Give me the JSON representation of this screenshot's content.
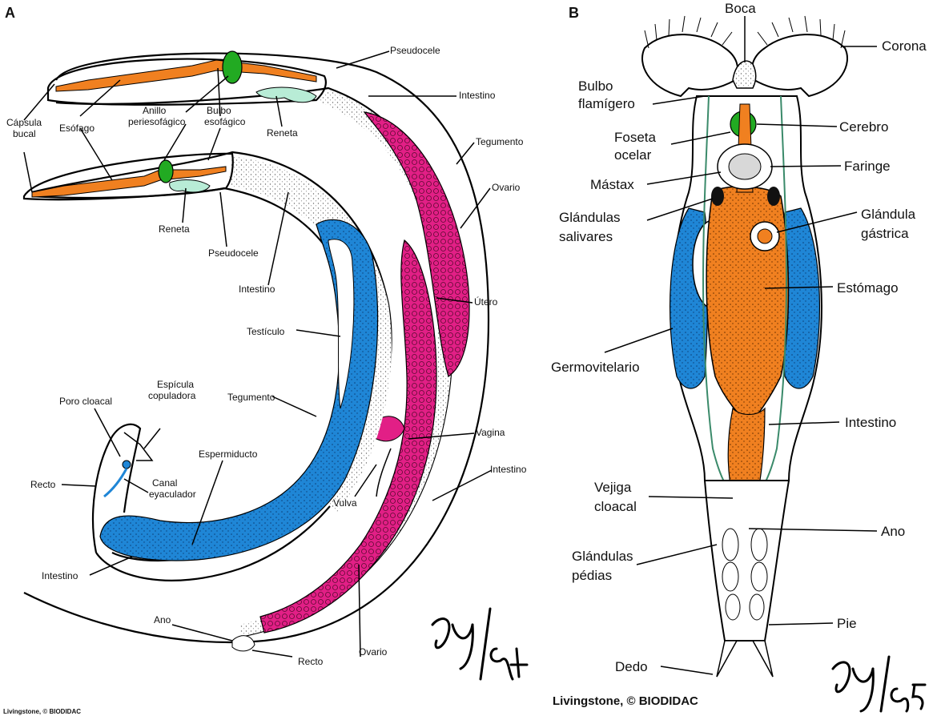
{
  "panel_a": {
    "letter": "A",
    "labels": {
      "pseudocele_top": "Pseudocele",
      "intestino_top": "Intestino",
      "tegumento_top": "Tegumento",
      "ovario_top": "Ovario",
      "utero": "Útero",
      "vagina": "Vagina",
      "intestino_mid": "Intestino",
      "vulva": "Vulva",
      "ovario_bottom": "Ovario",
      "recto_bottom": "Recto",
      "ano": "Ano",
      "capsula_bucal": "Cápsula bucal",
      "esofago": "Esófago",
      "anillo": "Anillo periesofágico",
      "bulbo": "Bulbo esofágico",
      "reneta_top": "Reneta",
      "reneta_male": "Reneta",
      "pseudocele_male": "Pseudocele",
      "intestino_male": "Intestino",
      "testiculo": "Testículo",
      "tegumento_male": "Tegumento",
      "espermiducto": "Espermiducto",
      "espicula": "Espícula copuladora",
      "poro_cloacal": "Poro cloacal",
      "recto_male": "Recto",
      "canal": "Canal eyaculador",
      "intestino_tail": "Intestino"
    },
    "signature": "ju/94",
    "credit": "Livingstone, © BIODIDAC"
  },
  "panel_b": {
    "letter": "B",
    "labels": {
      "boca": "Boca",
      "corona": "Corona",
      "bulbo_flamigero": "Bulbo flamígero",
      "cerebro": "Cerebro",
      "foseta_ocelar": "Foseta ocelar",
      "faringe": "Faringe",
      "mastax": "Mástax",
      "glandulas_salivares": "Glándulas salivares",
      "glandula_gastrica": "Glándula gástrica",
      "estomago": "Estómago",
      "germovitelario": "Germovitelario",
      "intestino": "Intestino",
      "vejiga_cloacal": "Vejiga cloacal",
      "ano": "Ano",
      "glandulas_pedias": "Glándulas pédias",
      "pie": "Pie",
      "dedo": "Dedo"
    },
    "signature": "ju/95",
    "credit": "Livingstone, © BIODIDAC"
  },
  "colors": {
    "orange": "#f08020",
    "green": "#22aa22",
    "mint": "#b8ecd6",
    "blue": "#1f86d6",
    "magenta": "#e21f86",
    "stipple": "#d6d6d6"
  }
}
